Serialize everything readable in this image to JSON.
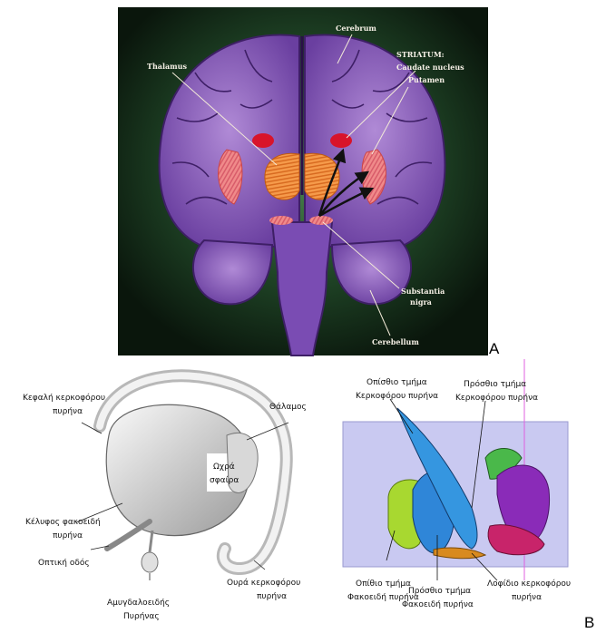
{
  "panel_a": {
    "letter": "A",
    "labels": {
      "cerebrum": "Cerebrum",
      "striatum": "STRIATUM:",
      "caudate": "Caudate nucleus",
      "putamen": "Putamen",
      "thalamus": "Thalamus",
      "substantia1": "Substantia",
      "substantia2": "nigra",
      "cerebellum": "Cerebellum"
    }
  },
  "panel_b": {
    "letter": "B",
    "left_labels": {
      "caudate_head_1": "Κεφαλή κερκοφόρου",
      "caudate_head_2": "πυρήνα",
      "thalamus": "Θάλαμος",
      "globus_1": "Ωχρά",
      "globus_2": "σφαίρα",
      "putamen_shell_1": "Κέλυφος φακοειδή",
      "putamen_shell_2": "πυρήνα",
      "optic_tract": "Οπτική οδός",
      "caudate_tail_1": "Ουρά κερκοφόρου",
      "caudate_tail_2": "πυρήνα",
      "amygdala_1": "Αμυγδαλοειδής",
      "amygdala_2": "Πυρήνας"
    },
    "right_labels": {
      "post_caudate_1": "Οπίσθιο τμήμα",
      "post_caudate_2": "Κερκοφόρου πυρήνα",
      "ant_caudate_1": "Πρόσθιο τμήμα",
      "ant_caudate_2": "Κερκοφόρου πυρήνα",
      "post_lent_1": "Οπίθιο τμήμα",
      "post_lent_2": "Φακοειδή πυρήνα",
      "ant_lent_1": "Πρόσθιο τμήμα",
      "ant_lent_2": "Φακοειδή πυρήνα",
      "tail_1": "Λοφίδιο κερκοφόρου",
      "tail_2": "πυρήνα"
    }
  }
}
